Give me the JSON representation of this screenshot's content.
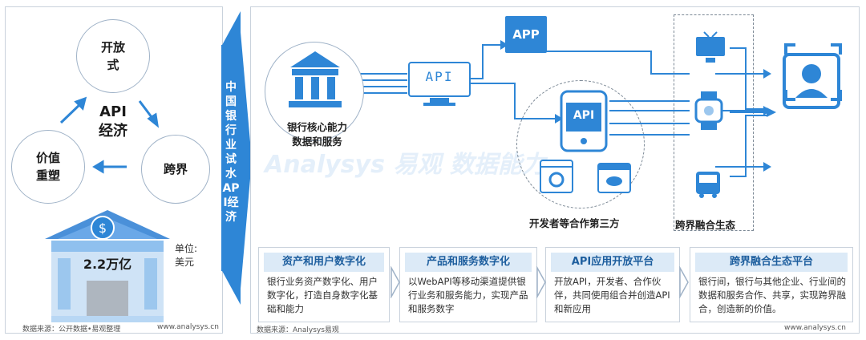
{
  "left": {
    "circles": {
      "open": "开放\n式",
      "cross": "跨界",
      "value": "价值\n重塑"
    },
    "center": "API\n经济",
    "amount": "2.2万亿",
    "unit": "单位:\n美元",
    "source": "数据来源：公开数据•易观整理",
    "url": "www.analysys.cn"
  },
  "banner": "中国银行业试水API经济",
  "right": {
    "bank_label": "银行核心能力\n数据和服务",
    "api_monitor": "API",
    "app_label": "APP",
    "api_phone": "API",
    "developers_label": "开发者等合作第三方",
    "ecosystem_label": "跨界融合生态",
    "source": "数据来源：Analysys易观",
    "url": "www.analysys.cn"
  },
  "steps": [
    {
      "title": "资产和用户数字化",
      "body": "银行业务资产数字化、用户数字化，打造自身数字化基础和能力"
    },
    {
      "title": "产品和服务数字化",
      "body": "以WebAPI等移动渠道提供银行业务和服务能力，实现产品和服务数字"
    },
    {
      "title": "API应用开放平台",
      "body": "开放API，开发者、合作伙伴，共同使用组合并创造API和新应用"
    },
    {
      "title": "跨界融合生态平台",
      "body": "银行间，银行与其他企业、行业间的数据和服务合作、共享，实现跨界融合，创造新的价值。"
    }
  ],
  "colors": {
    "accent": "#2e86d6",
    "light": "#dceaf7",
    "dark": "#1d5e9e"
  }
}
